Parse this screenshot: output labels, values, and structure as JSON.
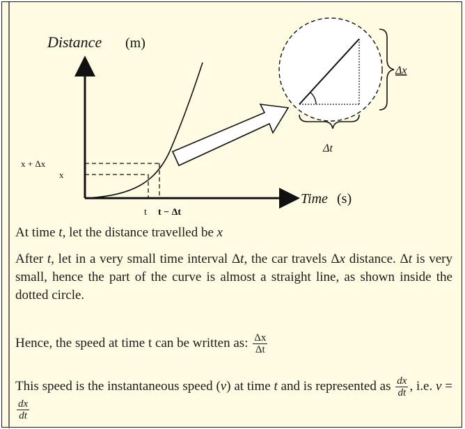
{
  "diagram": {
    "y_axis_label": "Distance",
    "y_axis_unit": "(m)",
    "x_axis_label": "Time",
    "x_axis_unit": "(s)",
    "y_tick_upper": "x + Δx",
    "y_tick_lower": "x",
    "x_tick_left": "t",
    "x_tick_right": "t − Δt",
    "zoom_vertical_label": "Δx",
    "zoom_horizontal_label": "Δt"
  },
  "text": {
    "p1_a": "At time ",
    "p1_t": "t",
    "p1_b": ", let the distance travelled be ",
    "p1_x": "x",
    "p2_a": "After ",
    "p2_t": "t",
    "p2_b": ", let in a very small time interval Δ",
    "p2_t2": "t",
    "p2_c": ", the car travels Δ",
    "p2_x": "x",
    "p2_d": " distance. Δ",
    "p2_t3": "t",
    "p2_e": " is very small, hence the part of the curve is almost a straight line, as shown inside the dotted circle.",
    "p3_a": "Hence, the speed at time t can be written as:",
    "p3_num": "Δx",
    "p3_den": "Δt",
    "p4_a": "This speed is the instantaneous speed (",
    "p4_v": "v",
    "p4_b": ") at time ",
    "p4_t": "t",
    "p4_c": " and is represented as",
    "p4_num1": "dx",
    "p4_den1": "dt",
    "p4_d": ", i.e. ",
    "p4_v2": "v",
    "p4_eq": " = ",
    "p4_num2": "dx",
    "p4_den2": "dt"
  }
}
